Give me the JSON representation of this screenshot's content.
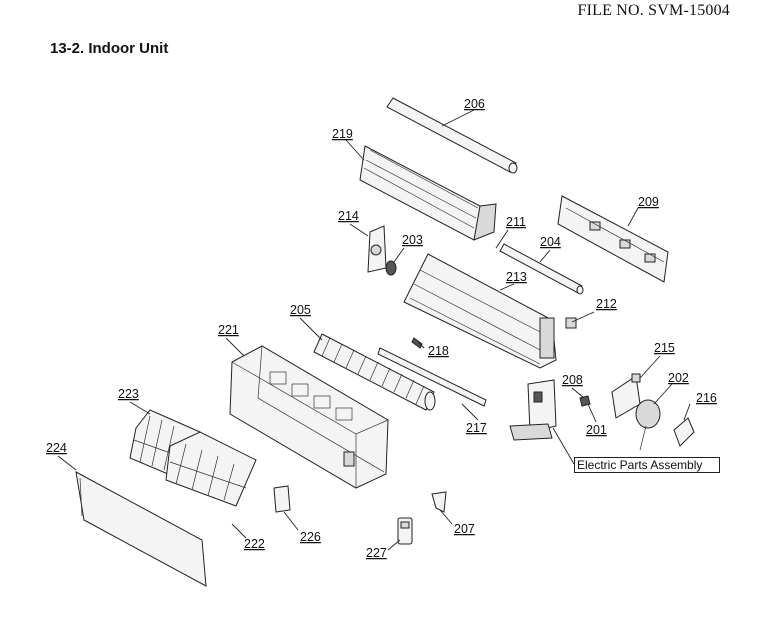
{
  "header": {
    "file_no": "FILE NO. SVM-15004"
  },
  "section": {
    "title": "13-2.  Indoor Unit"
  },
  "parts": [
    {
      "id": "206",
      "label": "206"
    },
    {
      "id": "219",
      "label": "219"
    },
    {
      "id": "209",
      "label": "209"
    },
    {
      "id": "214",
      "label": "214"
    },
    {
      "id": "211",
      "label": "211"
    },
    {
      "id": "203",
      "label": "203"
    },
    {
      "id": "204",
      "label": "204"
    },
    {
      "id": "213",
      "label": "213"
    },
    {
      "id": "212",
      "label": "212"
    },
    {
      "id": "205",
      "label": "205"
    },
    {
      "id": "221",
      "label": "221"
    },
    {
      "id": "218",
      "label": "218"
    },
    {
      "id": "215",
      "label": "215"
    },
    {
      "id": "202",
      "label": "202"
    },
    {
      "id": "223",
      "label": "223"
    },
    {
      "id": "208",
      "label": "208"
    },
    {
      "id": "216",
      "label": "216"
    },
    {
      "id": "201",
      "label": "201"
    },
    {
      "id": "217",
      "label": "217"
    },
    {
      "id": "224",
      "label": "224"
    },
    {
      "id": "226",
      "label": "226"
    },
    {
      "id": "207",
      "label": "207"
    },
    {
      "id": "222",
      "label": "222"
    },
    {
      "id": "227",
      "label": "227"
    }
  ],
  "assembly": {
    "label": "Electric Parts Assembly"
  }
}
